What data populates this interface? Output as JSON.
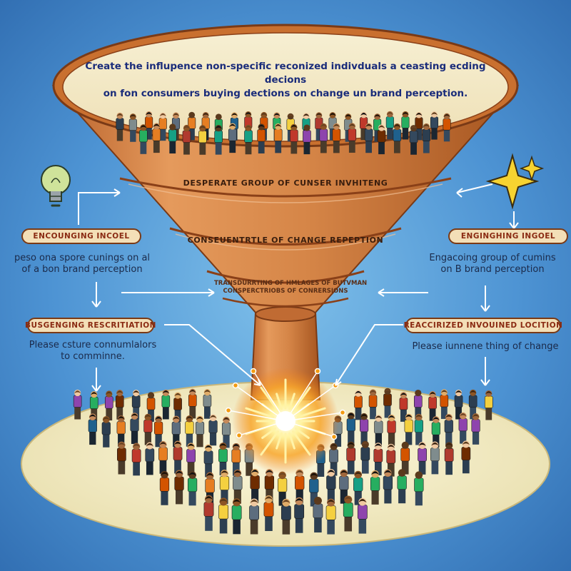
{
  "funnel": {
    "rim_text_line1": "Create the influpence non-specific reconized indivduals a ceasting ecding decions",
    "rim_text_line2": "on fon consumers buying dections on change un brand perception.",
    "band1": "DESPERATE GROUP OF CUNSER INVHITENG",
    "band2": "CONSEUENTRTLE OF CHANGE REPEPTION",
    "band3_line1": "TRANSDURRTING OF HMLAGES OF BUTVMAN",
    "band3_line2": "CONSPERCTRIOBS OF CONRERSIONS"
  },
  "left": {
    "label1": "ENCOUNGING INCOEL",
    "desc1_line1": "peso ona spore cunings on al",
    "desc1_line2": "of a bon brand perception",
    "label2": "BUSGENGING RESCRITIATION",
    "desc2_line1": "Please csture connumlalors",
    "desc2_line2": "to comminne."
  },
  "right": {
    "label1": "ENGINGHING INGOEL",
    "desc1_line1": "Engacoing group of cumins",
    "desc1_line2": "on B brand perception",
    "label2": "REACCIRIZED INVOUINED LOCITION",
    "desc2_line1": "Please iunnene thing of change"
  },
  "icons": [
    "lightbulb-icon",
    "sparkle-icon",
    "burst-icon"
  ],
  "colors": {
    "background": "#3e7fc6",
    "funnel": "#d9854a",
    "funnel_dark": "#9c4f22",
    "ground": "#f4efc9",
    "pill": "#f3dfb7"
  }
}
